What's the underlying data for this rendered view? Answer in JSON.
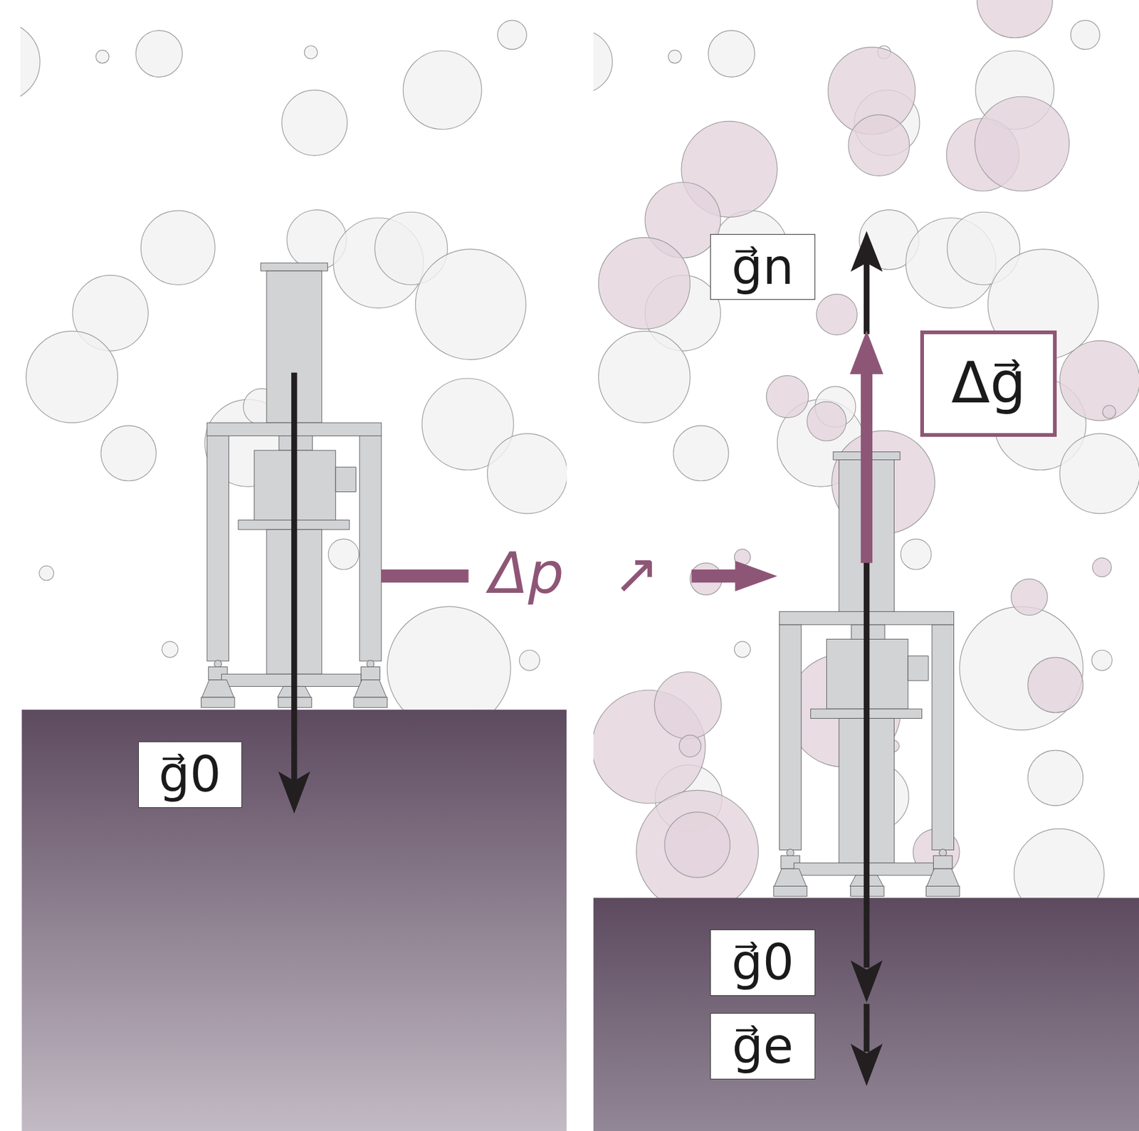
{
  "diagram": {
    "nodes": [
      {
        "text": [
          "g⃗0"
        ]
      },
      {
        "text": [
          "g⃗n"
        ]
      },
      {
        "text": [
          "Δg⃗"
        ]
      },
      {
        "text": [
          "g⃗0"
        ]
      },
      {
        "text": [
          "g⃗e"
        ]
      }
    ],
    "labels": [
      "Δp",
      "↗"
    ]
  }
}
